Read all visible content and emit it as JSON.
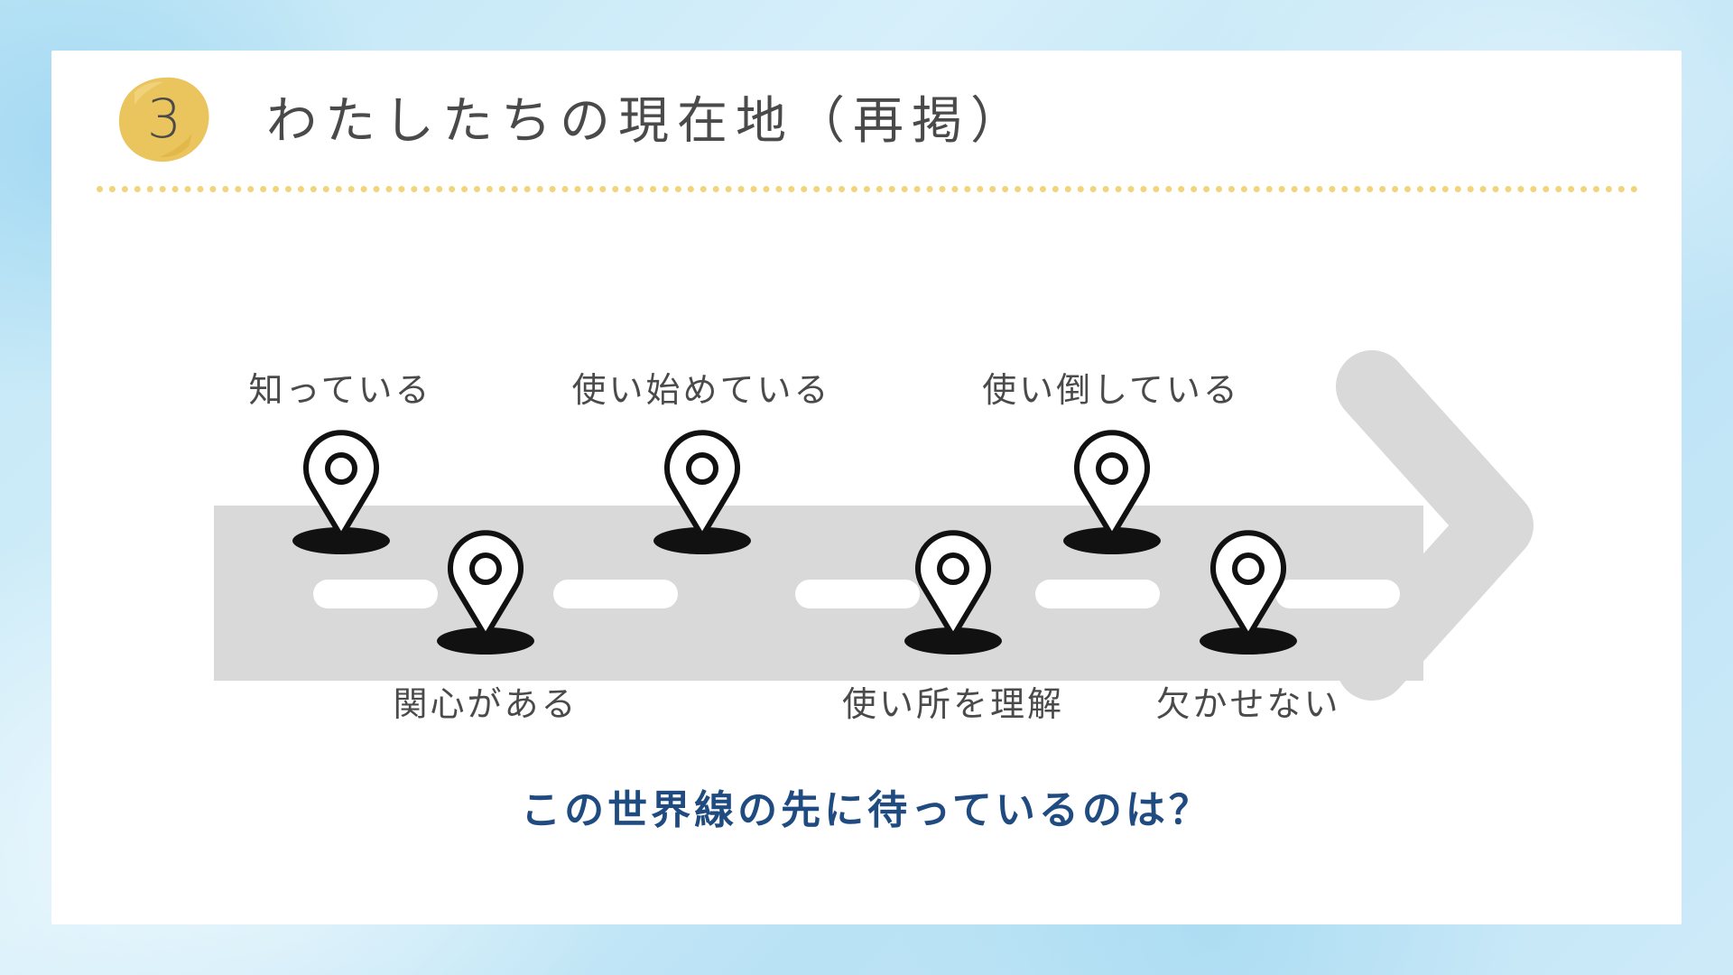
{
  "slide": {
    "number": "3",
    "title": "わたしたちの現在地（再掲）",
    "question": "この世界線の先に待っているのは？"
  },
  "colors": {
    "badge": "#e9c153",
    "dotted_rule": "#f1d47c",
    "road": "#d9d9d9",
    "pin": "#111111",
    "question_text": "#1f4b80",
    "body_text": "#4a4a4a"
  },
  "stages": [
    {
      "label": "知っている",
      "position": "above"
    },
    {
      "label": "関心がある",
      "position": "below"
    },
    {
      "label": "使い始めている",
      "position": "above"
    },
    {
      "label": "使い所を理解",
      "position": "below"
    },
    {
      "label": "使い倒している",
      "position": "above"
    },
    {
      "label": "欠かせない",
      "position": "below"
    }
  ],
  "icons": {
    "stage_marker": "map-pin-icon",
    "direction": "arrow-right-icon"
  }
}
